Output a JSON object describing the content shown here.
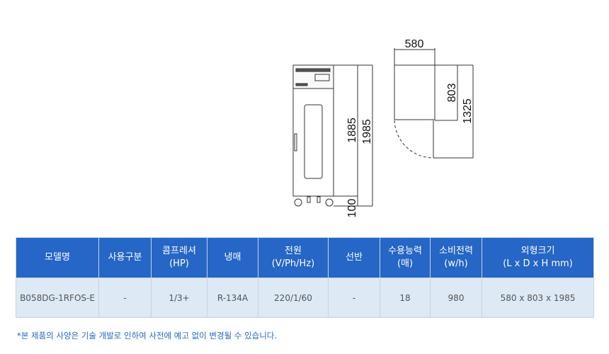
{
  "dimensions": {
    "width": "580",
    "depth_body": "803",
    "depth_door_open": "1325",
    "height_body": "1885",
    "height_total": "1985",
    "height_legs": "100"
  },
  "table": {
    "headers": [
      [
        "모델명",
        ""
      ],
      [
        "사용구분",
        ""
      ],
      [
        "콤프레셔",
        "(HP)"
      ],
      [
        "냉매",
        ""
      ],
      [
        "전원",
        "(V/Ph/Hz)"
      ],
      [
        "선반",
        ""
      ],
      [
        "수용능력",
        "(매)"
      ],
      [
        "소비전력",
        "(w/h)"
      ],
      [
        "외형크기",
        "(L x D x H mm)"
      ]
    ],
    "row": [
      "B058DG-1RFOS-E",
      "-",
      "1/3+",
      "R-134A",
      "220/1/60",
      "-",
      "18",
      "980",
      "580 x 803 x 1985"
    ]
  },
  "note": "*본 제품의 사양은 기술 개발로 인하여 사전에 예고 없이 변경될 수 있습니다.",
  "colors": {
    "header": "#2566c6",
    "row": "#dde9f5"
  }
}
